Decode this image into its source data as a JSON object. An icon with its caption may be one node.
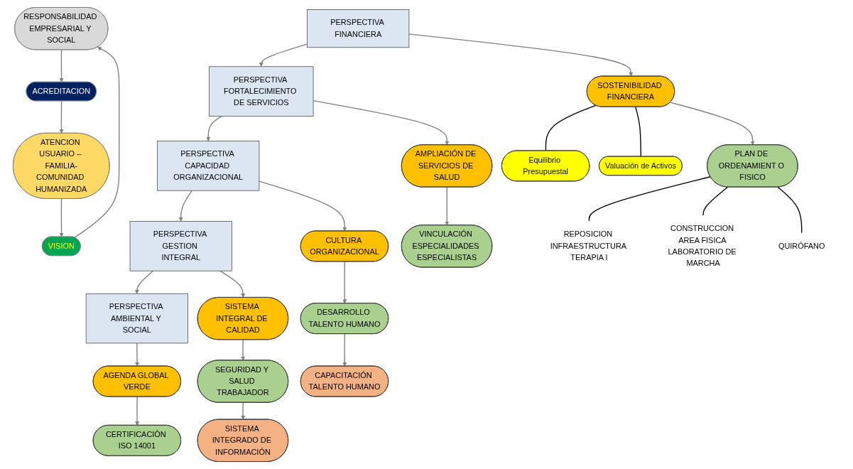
{
  "diagram": {
    "nodes": [
      {
        "text": [
          "RESPONSABILIDAD EMPRESARIAL Y SOCIAL"
        ]
      },
      {
        "text": [
          "ACREDITACION"
        ]
      },
      {
        "text": [
          "ATENCION USUARIO – FAMILIA-COMUNIDAD HUMANIZADA"
        ]
      },
      {
        "text": [
          "VISION"
        ]
      },
      {
        "text": [
          "PERSPECTIVA FINANCIERA"
        ]
      },
      {
        "text": [
          "PERSPECTIVA FORTALECIMIENTO DE SERVICIOS"
        ]
      },
      {
        "text": [
          "PERSPECTIVA CAPACIDAD ORGANIZACIONAL"
        ]
      },
      {
        "text": [
          "PERSPECTIVA GESTION INTEGRAL"
        ]
      },
      {
        "text": [
          "PERSPECTIVA AMBIENTAL Y SOCIAL"
        ]
      },
      {
        "text": [
          "SOSTENIBILIDAD FINANCIERA"
        ]
      },
      {
        "text": [
          "Equilibrio Presupuestal"
        ]
      },
      {
        "text": [
          "Valuación de Activos"
        ]
      },
      {
        "text": [
          "PLAN DE ORDENAMIENT O FISICO"
        ]
      },
      {
        "text": [
          "REPOSICION INFRAESTRUCTURA TERAPIA I"
        ]
      },
      {
        "text": [
          "CONSTRUCCION AREA FISICA LABORATORIO DE MARCHA"
        ]
      },
      {
        "text": [
          "QUIRÓFANO"
        ]
      },
      {
        "text": [
          "AMPLIACIÓN DE SERVICIOS DE SALUD"
        ]
      },
      {
        "text": [
          "VINCULACIÓN ESPECIALIDADES ESPECIALISTAS"
        ]
      },
      {
        "text": [
          "CULTURA ORGANIZACIONAL"
        ]
      },
      {
        "text": [
          "DESARROLLO TALENTO HUMANO"
        ]
      },
      {
        "text": [
          "CAPACITACIÓN TALENTO HUMANO"
        ]
      },
      {
        "text": [
          "SISTEMA INTEGRAL DE CALIDAD"
        ]
      },
      {
        "text": [
          "SEGURIDAD Y SALUD TRABAJADOR"
        ]
      },
      {
        "text": [
          "SISTEMA INTEGRADO DE INFORMACIÓN"
        ]
      },
      {
        "text": [
          "AGENDA GLOBAL VERDE"
        ]
      },
      {
        "text": [
          "CERTIFICACIÓN ISO 14001"
        ]
      }
    ],
    "edges": [
      {
        "from": 3,
        "to": 0,
        "arrow": "to"
      },
      {
        "from": 0,
        "to": 1,
        "arrow": "to"
      },
      {
        "from": 1,
        "to": 2,
        "arrow": "to"
      },
      {
        "from": 2,
        "to": 3,
        "arrow": "to"
      },
      {
        "from": 4,
        "to": 5,
        "arrow": "to"
      },
      {
        "from": 5,
        "to": 6,
        "arrow": "to"
      },
      {
        "from": 6,
        "to": 7,
        "arrow": "to"
      },
      {
        "from": 7,
        "to": 8,
        "arrow": "to"
      },
      {
        "from": 4,
        "to": 9,
        "arrow": "to"
      },
      {
        "from": 9,
        "to": 10,
        "arrow": "none",
        "color": "#000000"
      },
      {
        "from": 9,
        "to": 11,
        "arrow": "none",
        "color": "#000000"
      },
      {
        "from": 9,
        "to": 12,
        "arrow": "to"
      },
      {
        "from": 12,
        "to": 13,
        "arrow": "none",
        "color": "#000000"
      },
      {
        "from": 12,
        "to": 14,
        "arrow": "none",
        "color": "#000000"
      },
      {
        "from": 12,
        "to": 15,
        "arrow": "none",
        "color": "#000000"
      },
      {
        "from": 5,
        "to": 16,
        "arrow": "to"
      },
      {
        "from": 16,
        "to": 17,
        "arrow": "to"
      },
      {
        "from": 6,
        "to": 18,
        "arrow": "to"
      },
      {
        "from": 18,
        "to": 19,
        "arrow": "to"
      },
      {
        "from": 19,
        "to": 20,
        "arrow": "to"
      },
      {
        "from": 7,
        "to": 21,
        "arrow": "to"
      },
      {
        "from": 21,
        "to": 22,
        "arrow": "to"
      },
      {
        "from": 22,
        "to": 23,
        "arrow": "to"
      },
      {
        "from": 8,
        "to": 24,
        "arrow": "to"
      },
      {
        "from": 24,
        "to": 25,
        "arrow": "to"
      }
    ]
  }
}
